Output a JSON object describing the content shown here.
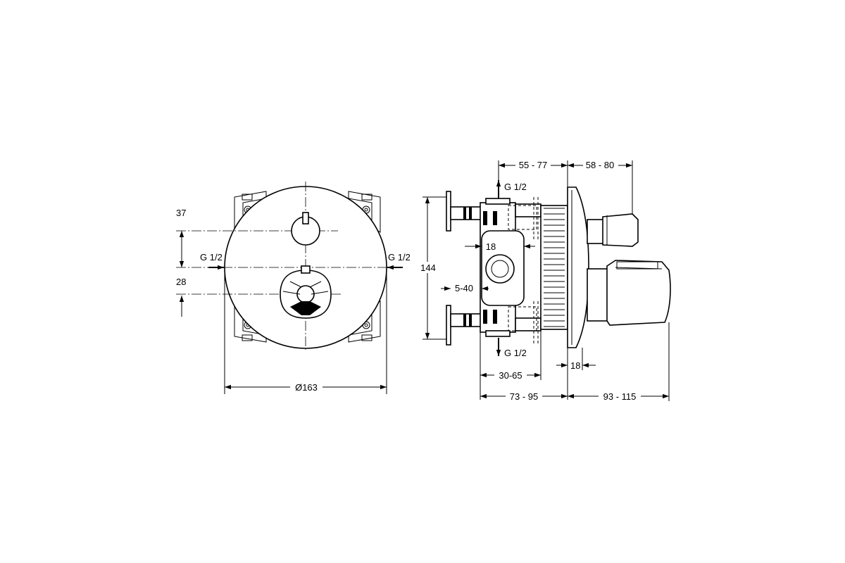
{
  "front_view": {
    "dim_37": "37",
    "dim_28": "28",
    "inlet_left": "G 1/2",
    "inlet_right": "G 1/2",
    "diameter": "Ø163"
  },
  "side_view": {
    "dim_top_depth": "55 - 77",
    "dim_top_projection": "58 - 80",
    "outlet_top": "G 1/2",
    "outlet_bottom": "G 1/2",
    "dim_height": "144",
    "dim_port": "18",
    "dim_adjust": "5-40",
    "dim_plate": "18",
    "dim_body": "30-65",
    "dim_bottom_depth": "73 - 95",
    "dim_bottom_projection": "93 - 115"
  },
  "colors": {
    "line": "#000000",
    "background": "#ffffff"
  }
}
